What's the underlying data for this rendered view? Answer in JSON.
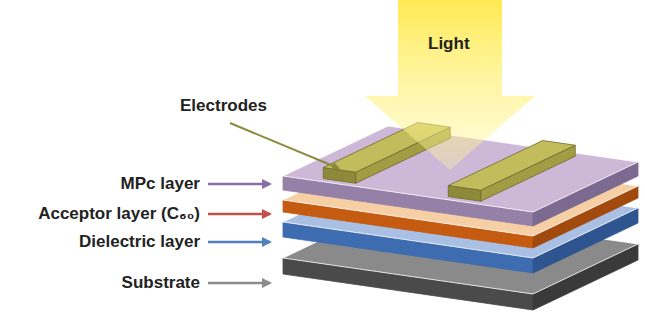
{
  "diagram": {
    "labels": [
      "Light",
      "Electrodes",
      "MPc layer",
      "Acceptor layer (C₆₀)",
      "Dielectric layer",
      "Substrate"
    ]
  }
}
